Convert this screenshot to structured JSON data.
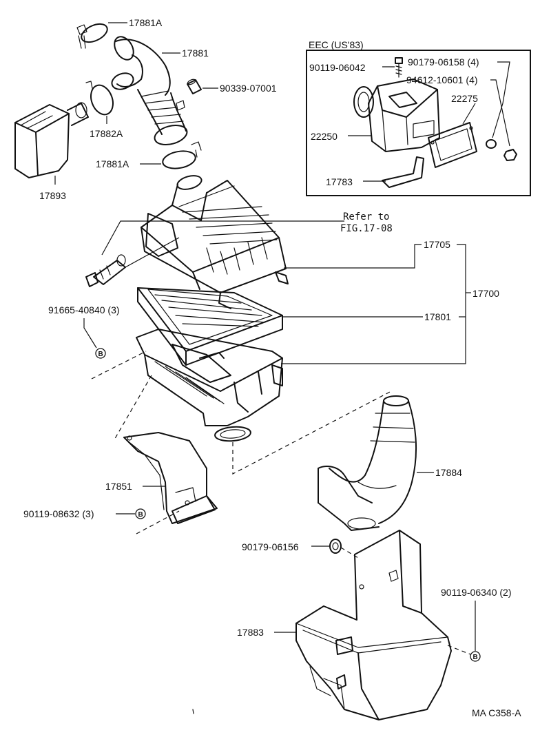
{
  "inset": {
    "title": "EEC (US'83)"
  },
  "labels": {
    "p17881A_top": "17881A",
    "p17881": "17881",
    "p90339": "90339-07001",
    "p17882A": "17882A",
    "p17881A_bot": "17881A",
    "p17893": "17893",
    "p90119_06042": "90119-06042",
    "p90179_06158": "90179-06158 (4)",
    "p94612": "94612-10601 (4)",
    "p22275": "22275",
    "p22250": "22250",
    "p17783": "17783",
    "refer_line1": "Refer to",
    "refer_line2": "FIG.17-08",
    "p17705": "17705",
    "p17700": "17700",
    "p17801": "17801",
    "p91665": "91665-40840 (3)",
    "p17884": "17884",
    "p17851": "17851",
    "p90119_08632": "90119-08632 (3)",
    "p90179_06156": "90179-06156",
    "p90119_06340": "90119-06340 (2)",
    "p17883": "17883",
    "footer": "MA C358-A"
  },
  "badges": [
    "B",
    "B",
    "B"
  ]
}
